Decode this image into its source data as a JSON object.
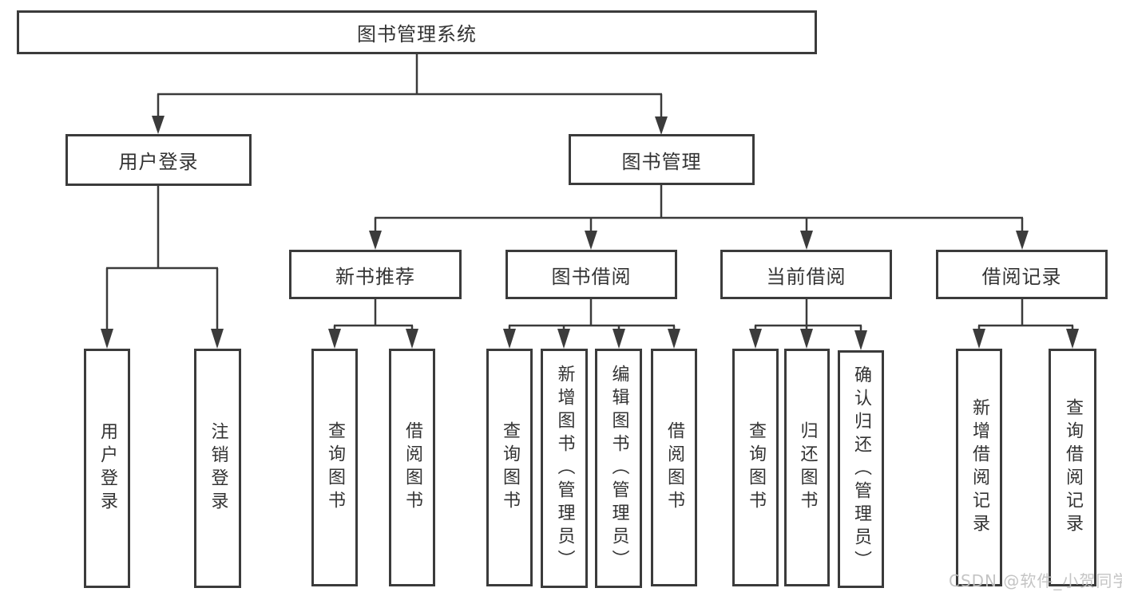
{
  "colors": {
    "line": "#3b3b3b",
    "border": "#3b3b3b",
    "text": "#333333",
    "background": "#ffffff",
    "watermark": "#c0c0c0"
  },
  "watermark": "CSDN @软件_小贺同学",
  "tree": {
    "root": {
      "label": "图书管理系统"
    },
    "children": [
      {
        "label": "用户登录",
        "children": [
          {
            "label": "用户登录"
          },
          {
            "label": "注销登录"
          }
        ]
      },
      {
        "label": "图书管理",
        "children": [
          {
            "label": "新书推荐",
            "children": [
              {
                "label": "查询图书"
              },
              {
                "label": "借阅图书"
              }
            ]
          },
          {
            "label": "图书借阅",
            "children": [
              {
                "label": "查询图书"
              },
              {
                "label": "新增图书（管理员）"
              },
              {
                "label": "编辑图书（管理员）"
              },
              {
                "label": "借阅图书"
              }
            ]
          },
          {
            "label": "当前借阅",
            "children": [
              {
                "label": "查询图书"
              },
              {
                "label": "归还图书"
              },
              {
                "label": "确认归还（管理员）"
              }
            ]
          },
          {
            "label": "借阅记录",
            "children": [
              {
                "label": "新增借阅记录"
              },
              {
                "label": "查询借阅记录"
              }
            ]
          }
        ]
      }
    ]
  }
}
